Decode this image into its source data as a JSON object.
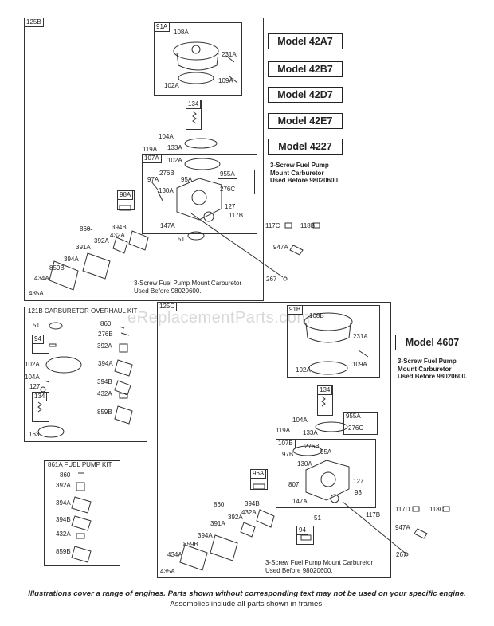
{
  "watermark": "eReplacementParts.com",
  "frames": {
    "f125B": "125B",
    "f91A": "91A",
    "f134a": "134",
    "f107A": "107A",
    "f955A": "955A",
    "f98A": "98A",
    "f121B": "121B CARBURETOR OVERHAUL KIT",
    "f94a": "94",
    "f134b": "134",
    "f861A": "861A  FUEL PUMP KIT",
    "f125C": "125C",
    "f91B": "91B",
    "f955Ab": "955A",
    "f107B": "107B",
    "f96A": "96A",
    "f94b": "94"
  },
  "models": [
    "Model 42A7",
    "Model 42B7",
    "Model 42D7",
    "Model 42E7",
    "Model 4227",
    "Model 4607"
  ],
  "notes": {
    "right_top": "3-Screw Fuel Pump\nMount Carburetor\nUsed Before 98020600.",
    "right_mid": "3-Screw Fuel Pump\nMount Carburetor\nUsed Before 98020600.",
    "frame_top": "3-Screw Fuel Pump Mount Carburetor\nUsed Before 98020600.",
    "frame_bottom": "3-Screw Fuel Pump Mount Carburetor\nUsed Before 98020600."
  },
  "labels": {
    "a108A": "108A",
    "a231A": "231A",
    "a102A": "102A",
    "a109A": "109A",
    "a104A": "104A",
    "a133A": "133A",
    "a119A": "119A",
    "a102A2": "102A",
    "a276B": "276B",
    "a97A": "97A",
    "a95A": "95A",
    "a130A": "130A",
    "a276C": "276C",
    "a127": "127",
    "a117B": "117B",
    "a147A": "147A",
    "a51": "51",
    "a860": "860",
    "a394B": "394B",
    "a432A": "432A",
    "a392A": "392A",
    "a391A": "391A",
    "a394A": "394A",
    "a859B": "859B",
    "a434A": "434A",
    "a435A": "435A",
    "a117C": "117C",
    "a118B": "118B",
    "a947A": "947A",
    "a267": "267",
    "k51": "51",
    "k860": "860",
    "k276B": "276B",
    "k392A": "392A",
    "k102A": "102A",
    "k394A": "394A",
    "k104A": "104A",
    "k127": "127",
    "k394B": "394B",
    "k432A": "432A",
    "k859B": "859B",
    "k163": "163",
    "p860": "860",
    "p392A": "392A",
    "p394A": "394A",
    "p394B": "394B",
    "p432A": "432A",
    "p859B": "859B",
    "b108B": "108B",
    "b231A": "231A",
    "b102A": "102A",
    "b109A": "109A",
    "b104A": "104A",
    "b119A": "119A",
    "b133A": "133A",
    "b276C": "276C",
    "b276B": "276B",
    "b97B": "97B",
    "b95A": "95A",
    "b130A": "130A",
    "b807": "807",
    "b127": "127",
    "b93": "93",
    "b147A": "147A",
    "b860": "860",
    "b394B": "394B",
    "b432A": "432A",
    "b392A": "392A",
    "b391A": "391A",
    "b394A": "394A",
    "b859B": "859B",
    "b434A": "434A",
    "b435A": "435A",
    "b51": "51",
    "b117B": "117B",
    "b117D": "117D",
    "b118C": "118C",
    "b947A": "947A",
    "b267": "267"
  },
  "footer": {
    "line1": "Illustrations cover a range of engines. Parts shown without corresponding text may not be used on your specific engine.",
    "line2": "Assemblies include all parts shown in frames."
  }
}
